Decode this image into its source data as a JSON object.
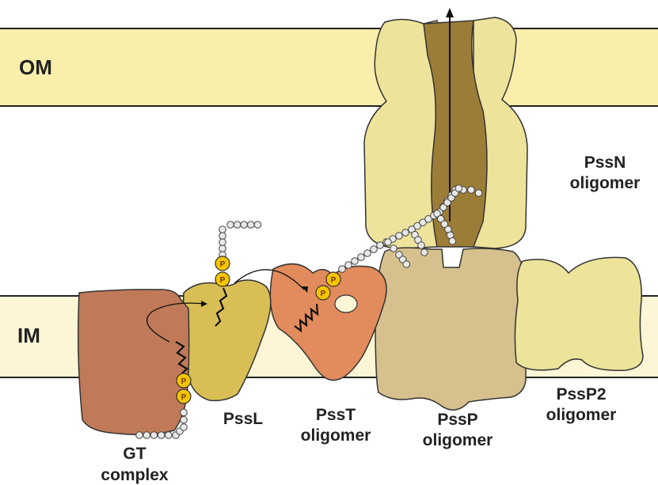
{
  "labels": {
    "om": "OM",
    "im": "IM",
    "gt_line1": "GT",
    "gt_line2": "complex",
    "pssl": "PssL",
    "psst_line1": "PssT",
    "psst_line2": "oligomer",
    "pssp_line1": "PssP",
    "pssp_line2": "oligomer",
    "pssn_line1": "PssN",
    "pssn_line2": "oligomer",
    "pssp2_line1": "PssP2",
    "pssp2_line2": "oligomer",
    "phosphate": "P"
  },
  "colors": {
    "membrane_om": "#f9eeaa",
    "membrane_im": "#fcf6d6",
    "gt_complex": "#c07a59",
    "pssl": "#d8be55",
    "psst": "#e28b5c",
    "pssp": "#d6c08d",
    "pssn": "#ede39b",
    "pssn_channel": "#9c7d38",
    "pssp2": "#ede49b",
    "phosphate": "#f5c400",
    "sugar_bead": "#e8e8e8"
  }
}
